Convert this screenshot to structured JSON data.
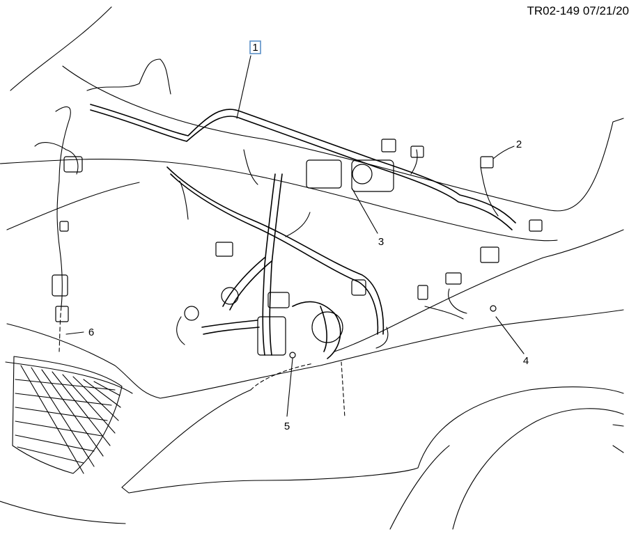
{
  "figure": {
    "reference": "TR02-149  07/21/20",
    "callouts": [
      {
        "id": "c1",
        "number": "1",
        "boxed": true
      },
      {
        "id": "c2",
        "number": "2",
        "boxed": false
      },
      {
        "id": "c3",
        "number": "3",
        "boxed": false
      },
      {
        "id": "c4",
        "number": "4",
        "boxed": false
      },
      {
        "id": "c5",
        "number": "5",
        "boxed": false
      },
      {
        "id": "c6",
        "number": "6",
        "boxed": false
      }
    ],
    "colors": {
      "line": "#000000",
      "box": "#5a8fc7",
      "background": "#ffffff"
    }
  }
}
